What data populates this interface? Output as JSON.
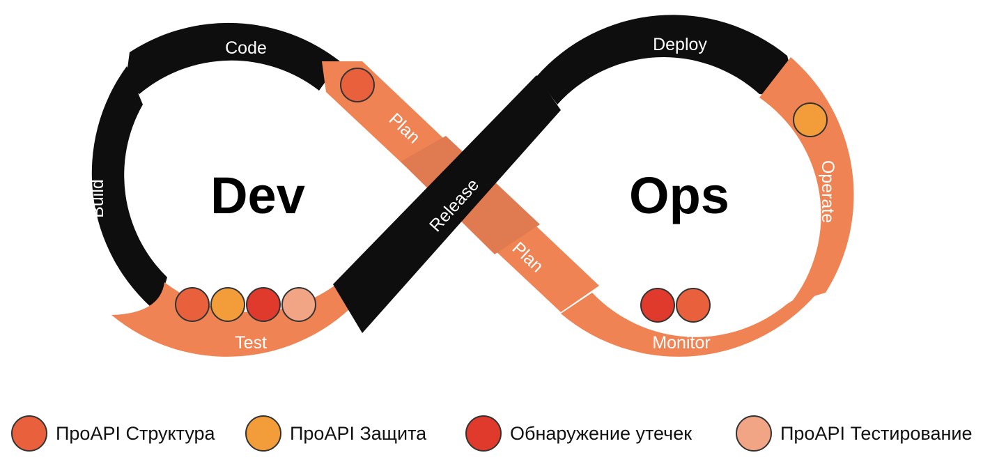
{
  "center_labels": {
    "dev": "Dev",
    "ops": "Ops"
  },
  "segments": {
    "code": "Code",
    "build": "Build",
    "test": "Test",
    "plan_upper": "Plan",
    "release": "Release",
    "plan_lower": "Plan",
    "deploy": "Deploy",
    "operate": "Operate",
    "monitor": "Monitor"
  },
  "legend": [
    {
      "label": "ПроAPI Структура",
      "color": "#E8603C"
    },
    {
      "label": "ПроAPI Защита",
      "color": "#F39C3A"
    },
    {
      "label": "Обнаружение утечек",
      "color": "#E03A2C"
    },
    {
      "label": "ПроAPI Тестирование",
      "color": "#F2A585"
    }
  ],
  "colors": {
    "band_dark": "#0E0E0E",
    "band_orange": "#EF8353",
    "band_orange_dark": "#E07A50"
  }
}
